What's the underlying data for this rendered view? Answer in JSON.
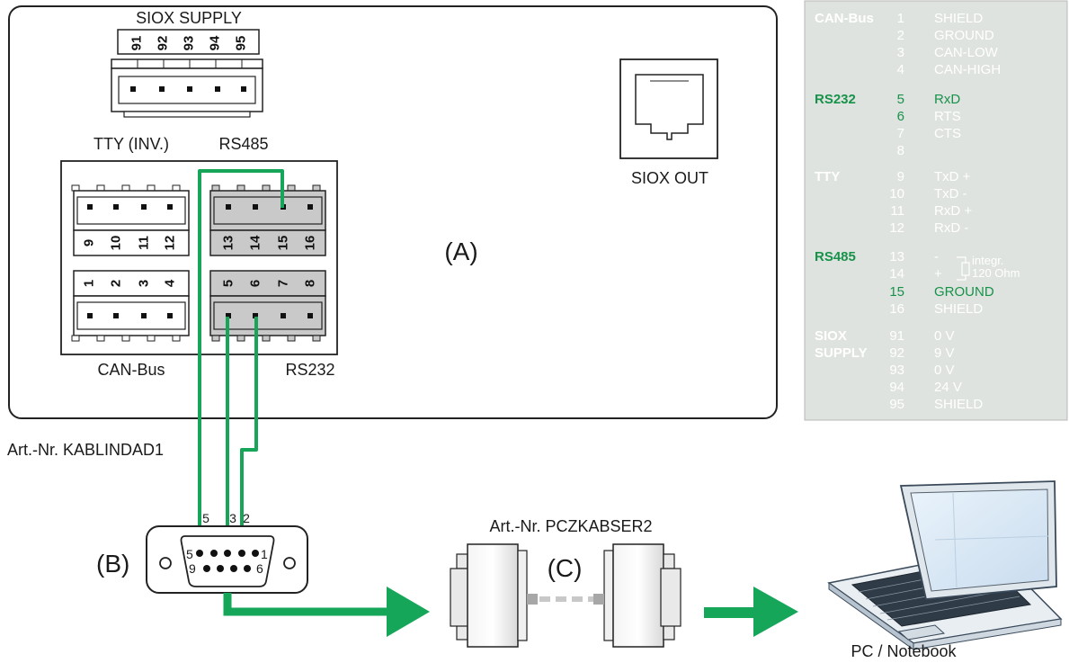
{
  "device": {
    "label": "(A)",
    "siox_supply_label": "SIOX SUPPLY",
    "siox_supply_pins": [
      "91",
      "92",
      "93",
      "94",
      "95"
    ],
    "tty_label": "TTY (INV.)",
    "rs485_label": "RS485",
    "canbus_label": "CAN-Bus",
    "rs232_label": "RS232",
    "siox_out_label": "SIOX OUT",
    "tty_pins": [
      "9",
      "10",
      "11",
      "12"
    ],
    "rs485_pins": [
      "13",
      "14",
      "15",
      "16"
    ],
    "can_pins": [
      "1",
      "2",
      "3",
      "4"
    ],
    "rs232_pins": [
      "5",
      "6",
      "7",
      "8"
    ]
  },
  "cable1": {
    "label": "Art.-Nr. KABLINDAD1"
  },
  "dsub": {
    "label": "(B)",
    "wire_numbers": [
      "5",
      "3",
      "2"
    ],
    "pin5": "5",
    "pin1": "1",
    "pin9": "9",
    "pin6": "6"
  },
  "cable2": {
    "label": "Art.-Nr. PCZKABSER2",
    "tag": "(C)"
  },
  "pc": {
    "label": "PC / Notebook"
  },
  "legend": {
    "groups": [
      {
        "name": "CAN-Bus",
        "rows": [
          [
            "1",
            "SHIELD"
          ],
          [
            "2",
            "GROUND"
          ],
          [
            "3",
            "CAN-LOW"
          ],
          [
            "4",
            "CAN-HIGH"
          ]
        ]
      },
      {
        "name": "RS232",
        "rows": [
          [
            "5",
            "RxD"
          ],
          [
            "6",
            "RTS"
          ],
          [
            "7",
            "CTS"
          ],
          [
            "8",
            ""
          ]
        ]
      },
      {
        "name": "TTY",
        "rows": [
          [
            "9",
            "TxD +"
          ],
          [
            "10",
            "TxD -"
          ],
          [
            "11",
            "RxD +"
          ],
          [
            "12",
            "RxD -"
          ]
        ]
      },
      {
        "name": "RS485",
        "rows": [
          [
            "13",
            "-"
          ],
          [
            "14",
            "+"
          ],
          [
            "15",
            "GROUND"
          ],
          [
            "16",
            "SHIELD"
          ]
        ]
      },
      {
        "name_line1": "SIOX",
        "name_line2": "SUPPLY",
        "rows": [
          [
            "91",
            "0 V"
          ],
          [
            "92",
            "9 V"
          ],
          [
            "93",
            "0 V"
          ],
          [
            "94",
            "24 V"
          ],
          [
            "95",
            "SHIELD"
          ]
        ]
      }
    ],
    "termination_line1": "integr.",
    "termination_line2": "120 Ohm"
  },
  "colors": {
    "wire": "#17a55a",
    "arrow": "#16a65a",
    "legend_bg": "#dfe3df",
    "legend_text": "#ffffff",
    "legend_highlight": "#17924a",
    "connector_gray": "#c9c9c9"
  }
}
